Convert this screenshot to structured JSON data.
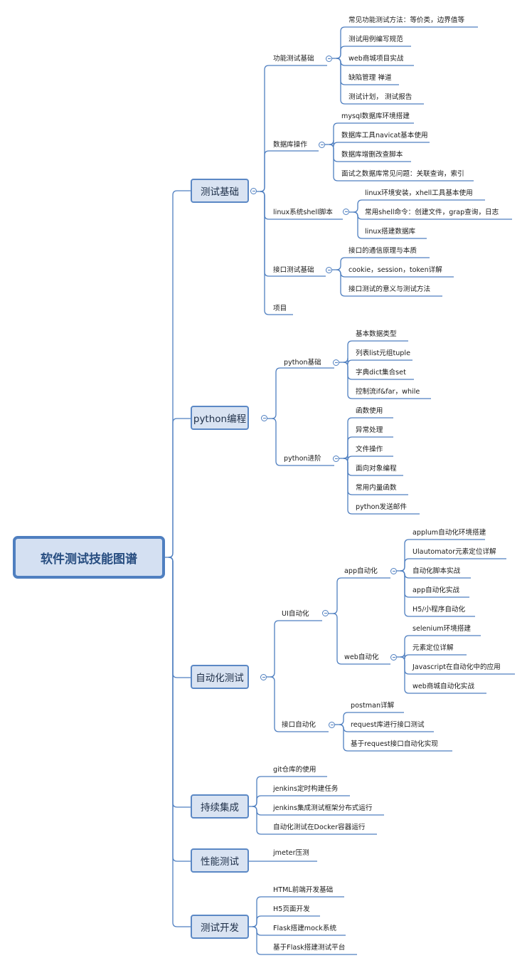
{
  "root": {
    "label": "软件测试技能图谱"
  },
  "branches": [
    {
      "label": "测试基础",
      "groups": [
        {
          "label": "功能测试基础",
          "items": [
            "常见功能测试方法：等价类，边界值等",
            "测试用例编写规范",
            "web商城项目实战",
            "缺陷管理 禅道",
            "测试计划， 测试报告"
          ]
        },
        {
          "label": "数据库操作",
          "items": [
            "mysql数据库环境搭建",
            "数据库工具navicat基本使用",
            "数据库增删改查脚本",
            "面试之数据库常见问题：关联查询，索引"
          ]
        },
        {
          "label": "linux系统shell脚本",
          "items": [
            "linux环境安装，xhell工具基本使用",
            "常用shell命令：创建文件，grap查询，日志",
            "linux搭建数据库"
          ]
        },
        {
          "label": "接口测试基础",
          "items": [
            "接口的通信原理与本质",
            "cookie，session，token详解",
            "接口测试的意义与测试方法"
          ]
        },
        {
          "label": "项目",
          "items": []
        }
      ]
    },
    {
      "label": "python编程",
      "groups": [
        {
          "label": "python基础",
          "items": [
            "基本数据类型",
            "列表list元组tuple",
            "字典dict集合set",
            "控制流if&far，while"
          ]
        },
        {
          "label": "python进阶",
          "items": [
            "函数使用",
            "异常处理",
            "文件操作",
            "面向对象编程",
            "常用内量函数",
            "python发送邮件"
          ]
        }
      ]
    },
    {
      "label": "自动化测试",
      "groups": [
        {
          "label": "UI自动化",
          "subgroups": [
            {
              "label": "app自动化",
              "items": [
                "applum自动化环境搭建",
                "Ulautomator元素定位详解",
                "自动化脚本实战",
                "app自动化实战",
                "H5/小程序自动化"
              ]
            },
            {
              "label": "web自动化",
              "items": [
                "selenium环境搭建",
                "元素定位详解",
                "Javascript在自动化中的应用",
                "web商城自动化实战"
              ]
            }
          ]
        },
        {
          "label": "接口自动化",
          "items": [
            "postman详解",
            "request库进行接口测试",
            "基于request接口自动化实现"
          ]
        }
      ]
    },
    {
      "label": "持续集成",
      "items": [
        "git仓库的使用",
        "jenkins定时构建任务",
        "jenkins集成测试框架分布式运行",
        "自动化测试在Docker容器运行"
      ]
    },
    {
      "label": "性能测试",
      "items": [
        "jmeter压测"
      ]
    },
    {
      "label": "测试开发",
      "items": [
        "HTML前端开发基础",
        "H5页面开发",
        "Flask搭建mock系统",
        "基于Flask搭建测试平台"
      ]
    }
  ]
}
